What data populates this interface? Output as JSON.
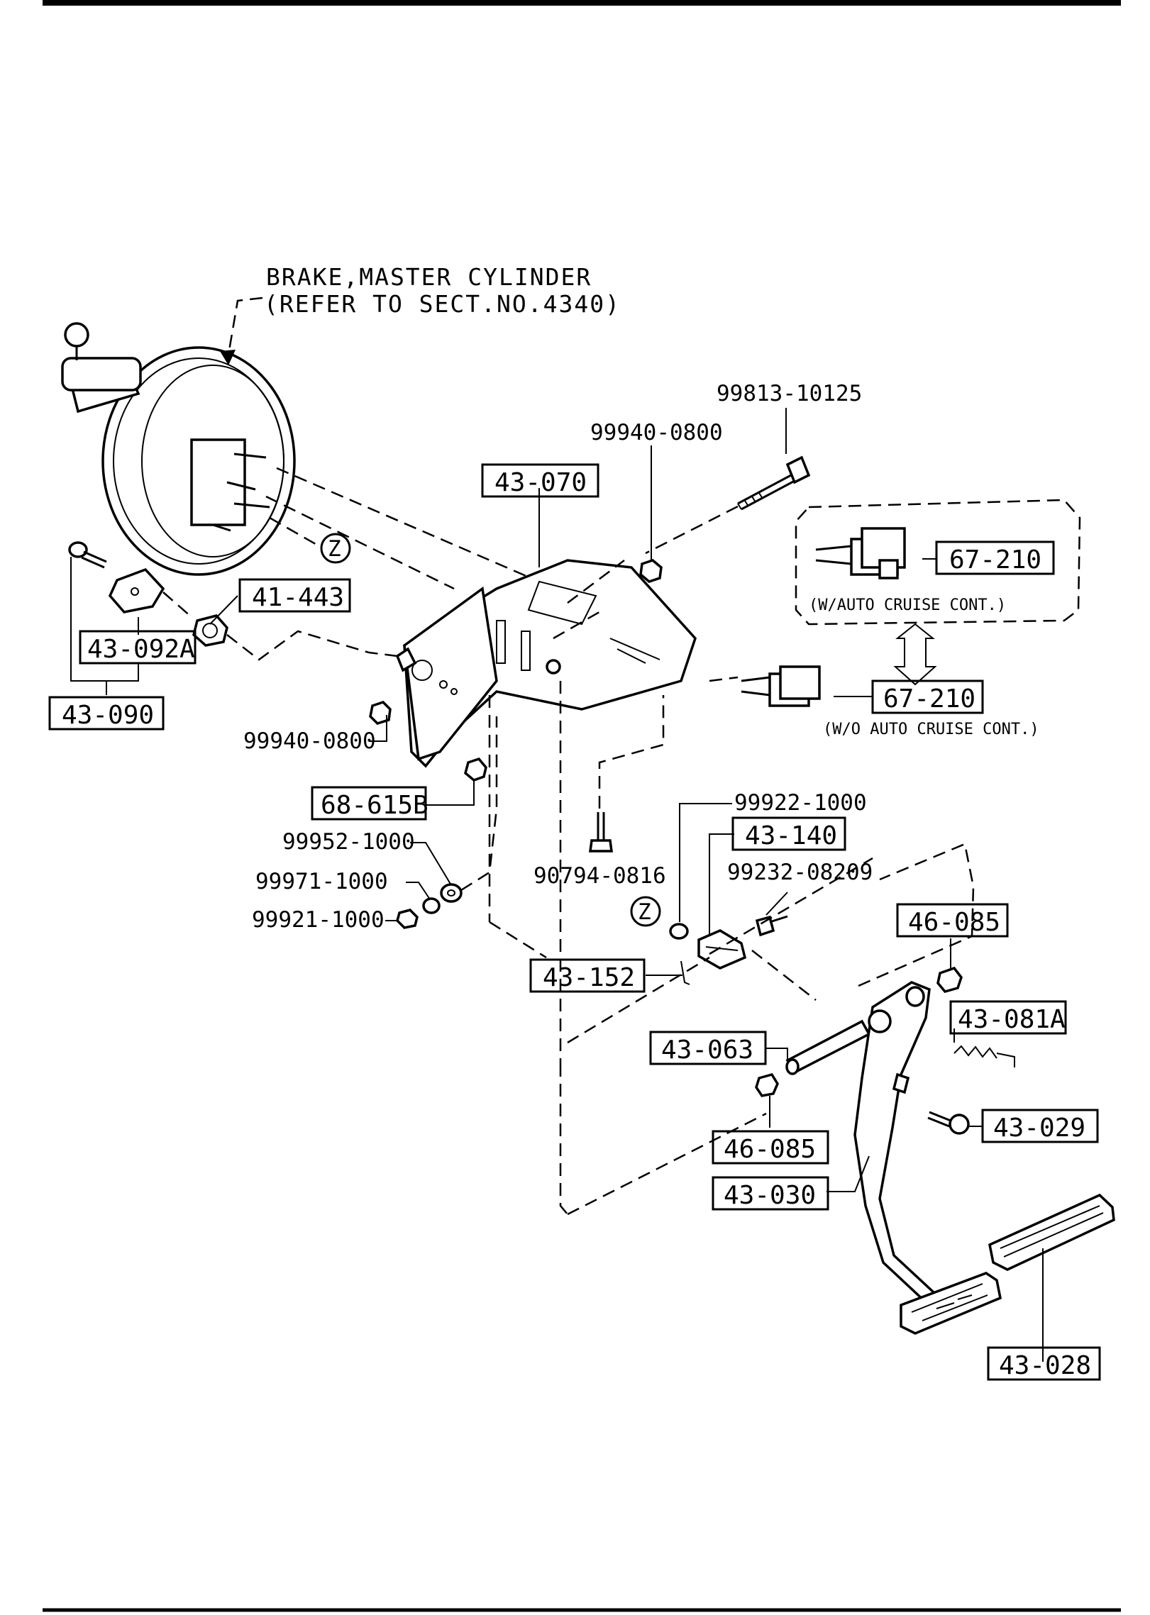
{
  "header": {
    "master_cylinder_line1": "BRAKE,MASTER CYLINDER",
    "master_cylinder_line2": "(REFER TO SECT.NO.4340)"
  },
  "labels": {
    "p_99813_10125": "99813-10125",
    "p_99940_0800_top": "99940-0800",
    "p_43_070": "43-070",
    "p_41_443": "41-443",
    "p_43_092A": "43-092A",
    "p_43_090": "43-090",
    "p_67_210_a": "67-210",
    "w_auto_cruise": "(W/AUTO CRUISE CONT.)",
    "p_67_210_b": "67-210",
    "wo_auto_cruise": "(W/O AUTO CRUISE CONT.)",
    "p_99940_0800_left": "99940-0800",
    "p_68_615B": "68-615B",
    "p_99952_1000": "99952-1000",
    "p_99971_1000": "99971-1000",
    "p_99921_1000": "99921-1000",
    "p_90794_0816": "90794-0816",
    "p_99922_1000": "99922-1000",
    "p_43_140": "43-140",
    "p_99232_08209": "99232-08209",
    "p_46_085_top": "46-085",
    "p_43_152": "43-152",
    "p_43_081A": "43-081A",
    "p_43_063": "43-063",
    "p_43_029": "43-029",
    "p_46_085_bottom": "46-085",
    "p_43_030": "43-030",
    "p_43_028": "43-028",
    "ref_z_upper": "Z",
    "ref_z_lower": "Z"
  }
}
